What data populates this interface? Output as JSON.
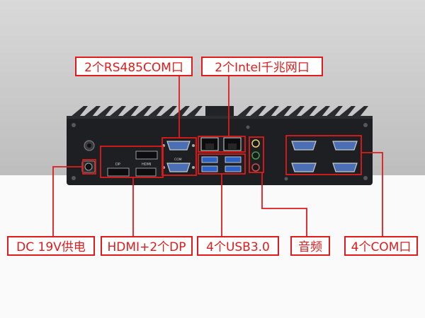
{
  "labels": {
    "rs485": "2个RS485COM口",
    "lan": "2个Intel千兆网口",
    "dc": "DC 19V供电",
    "hdmi_dp": "HDMI+2个DP",
    "usb": "4个USB3.0",
    "audio": "音频",
    "com": "4个COM口"
  },
  "port_labels": {
    "dp": "DP",
    "hdmi": "HDMI",
    "com": "COM"
  },
  "colors": {
    "accent": "#e01b1b",
    "chassis": "#1e1f22",
    "usb_blue": "#2a62c8",
    "db9_blue": "#4a6fb5"
  }
}
